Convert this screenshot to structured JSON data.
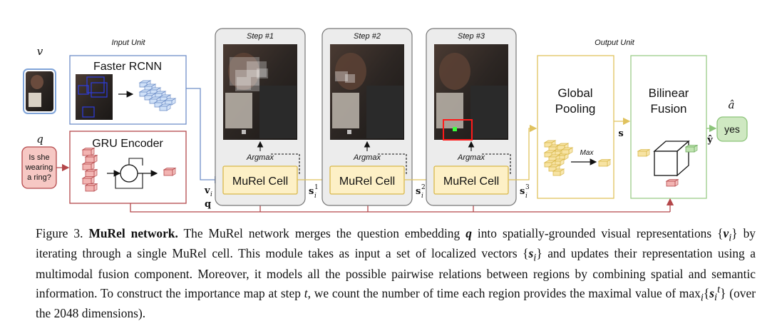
{
  "diagram": {
    "input_unit_title": "Input Unit",
    "output_unit_title": "Output Unit",
    "var_v": "v",
    "var_q": "q",
    "var_a_hat": "â",
    "faster_rcnn_label": "Faster RCNN",
    "gru_encoder_label": "GRU Encoder",
    "question_text": [
      "Is she",
      "wearing",
      "a ring?"
    ],
    "steps": [
      {
        "title": "Step #1",
        "argmax": "Argmax",
        "cell": "MuRel Cell",
        "out_var": "s",
        "out_sub": "i",
        "out_sup": "1"
      },
      {
        "title": "Step #2",
        "argmax": "Argmax",
        "cell": "MuRel Cell",
        "out_var": "s",
        "out_sub": "i",
        "out_sup": "2"
      },
      {
        "title": "Step #3",
        "argmax": "Argmax",
        "cell": "MuRel Cell",
        "out_var": "s",
        "out_sub": "i",
        "out_sup": "3"
      }
    ],
    "input_vi": "v",
    "input_vi_sub": "i",
    "input_q": "q",
    "global_pooling_label": [
      "Global",
      "Pooling"
    ],
    "max_label": "Max",
    "s_label": "s",
    "bilinear_fusion_label": [
      "Bilinear",
      "Fusion"
    ],
    "y_hat": "ŷ",
    "answer": "yes",
    "colors": {
      "blue": "#6f8fc8",
      "red": "#b4474a",
      "yellow": "#e8cf7a",
      "green": "#9ccc88",
      "cell_fill": "#fdf0c6",
      "cell_border": "#d9b84a",
      "answer_fill": "#cfe8c2"
    }
  },
  "caption": {
    "figure_label": "Figure 3.",
    "title": "MuRel network.",
    "t1": "The MuRel network merges the question embedding",
    "q": "q",
    "t2": "into spatially-grounded visual representations {",
    "v": "v",
    "vsub": "i",
    "t3": "} by iterating through a single MuRel cell. This module takes as input a set of localized vectors {",
    "s": "s",
    "ssub": "i",
    "t4": "} and updates their representation using a multimodal fusion component. Moreover, it models all the possible pairwise relations between regions by combining spatial and semantic information. To construct the importance map at step",
    "t": "t",
    "t5": ", we count the number of time each region provides the maximal value of max",
    "maxsub": "i",
    "t6": "{",
    "s2": "s",
    "s2sub": "i",
    "s2sup": "t",
    "t7": "} (over the 2048 dimensions)."
  }
}
